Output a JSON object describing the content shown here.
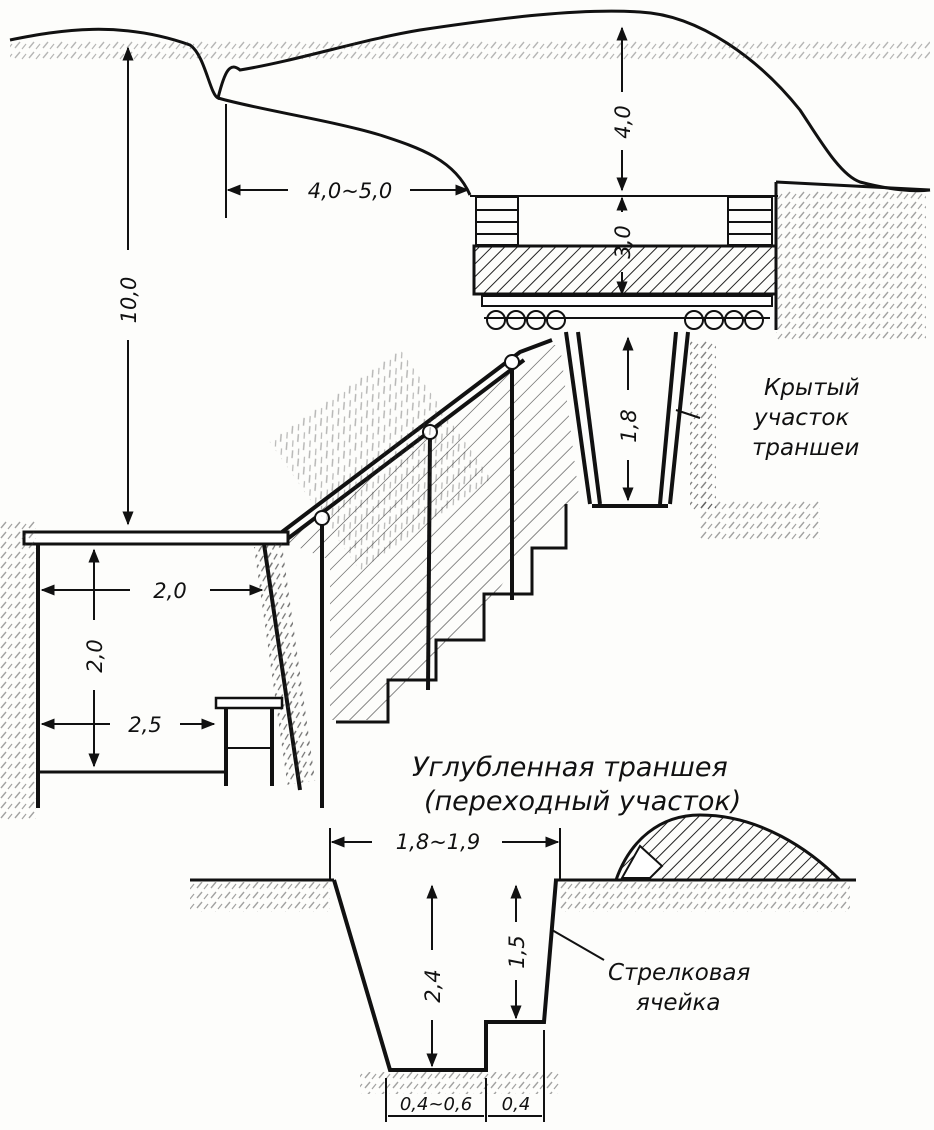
{
  "dimensions": {
    "height_total": "10,0",
    "cover_depth": "4,0",
    "offset": "4,0~5,0",
    "slab": "3,0",
    "covered_height": "1,8",
    "dugout_width": "2,0",
    "dugout_height": "2,0",
    "dugout_floor": "2,5",
    "trench_top_width": "1,8~1,9",
    "trench_depth": "2,4",
    "step_depth": "1,5",
    "bottom_width": "0,4~0,6",
    "step_width": "0,4"
  },
  "labels": {
    "covered_line1": "Крытый",
    "covered_line2": "участок",
    "covered_line3": "траншеи",
    "deep_line1": "Углубленная траншея",
    "deep_line2": "(переходный участок)",
    "cell_line1": "Стрелковая",
    "cell_line2": "ячейка"
  }
}
